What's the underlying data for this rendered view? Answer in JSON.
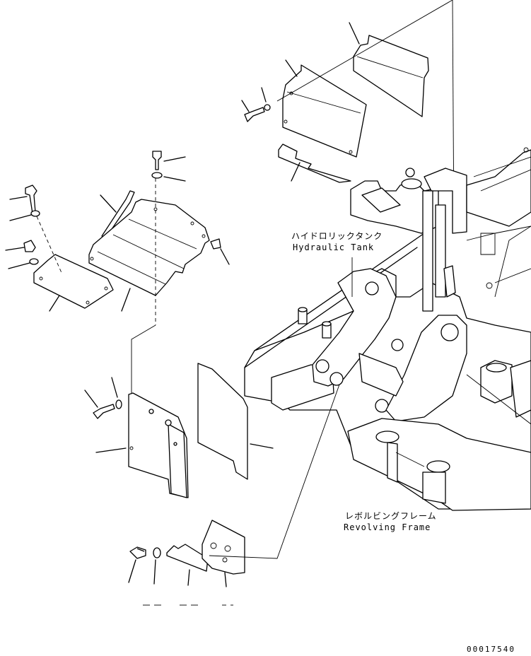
{
  "labels": {
    "hydraulic_tank_jp": "ハイドロリックタンク",
    "hydraulic_tank_en": "Hydraulic Tank",
    "revolving_frame_jp": "レボルビングフレーム",
    "revolving_frame_en": "Revolving Frame"
  },
  "drawing_code": "00017540"
}
